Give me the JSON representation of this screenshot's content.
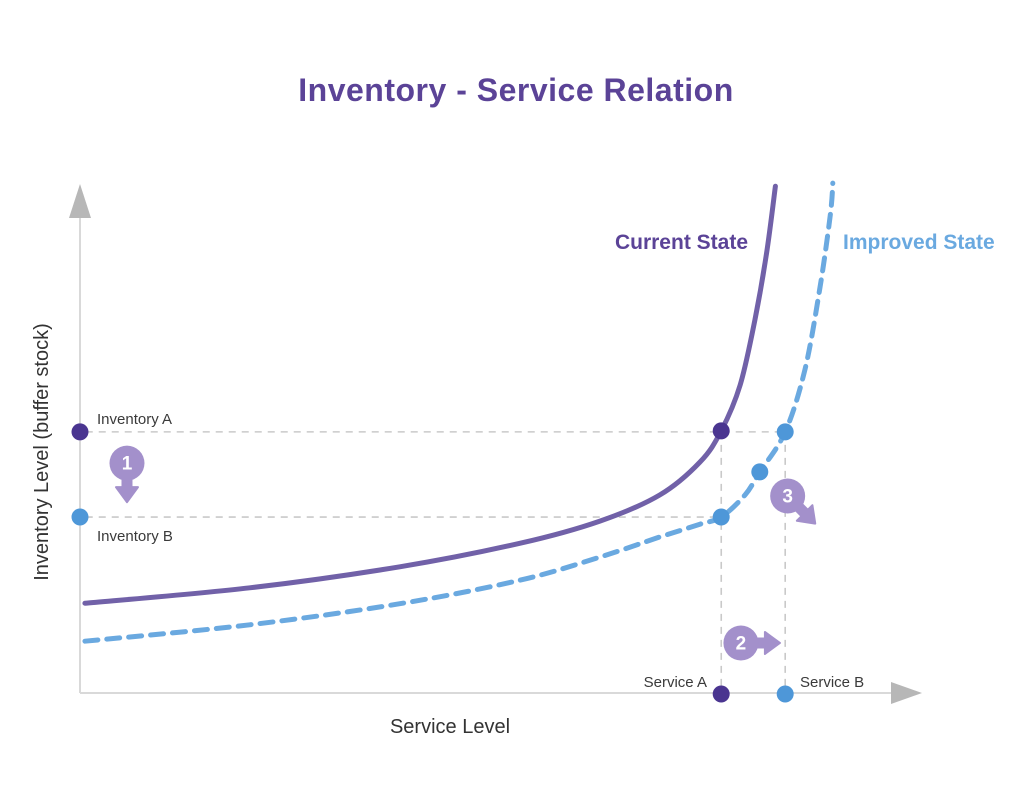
{
  "title": "Inventory - Service Relation",
  "colors": {
    "title_purple": "#5b4397",
    "current_purple": "#7161a8",
    "improved_blue": "#6aa9e0",
    "dot_purple": "#4a3590",
    "dot_blue": "#4e97d8",
    "badge_purple": "#a390cb",
    "badge_text": "#ffffff",
    "guide_gray": "#c9c9c9",
    "axis_gray": "#d9d9d9"
  },
  "axes": {
    "x_label": "Service Level",
    "y_label": "Inventory Level (buffer stock)"
  },
  "legend": {
    "current": "Current State",
    "improved": "Improved State"
  },
  "point_labels": {
    "inventory_a": "Inventory A",
    "inventory_b": "Inventory B",
    "service_a": "Service A",
    "service_b": "Service B"
  },
  "chart_data": {
    "type": "line",
    "title": "Inventory - Service Relation",
    "xlabel": "Service Level",
    "ylabel": "Inventory Level (buffer stock)",
    "axis_numeric_ticks": "none (conceptual diagram, relative units 0-1)",
    "legend_position": "top-right, labels beside curve tops",
    "series": [
      {
        "name": "Current State",
        "style": "solid",
        "stroke": "#7161a8",
        "points": [
          [
            0.006,
            0.175
          ],
          [
            0.207,
            0.205
          ],
          [
            0.39,
            0.246
          ],
          [
            0.537,
            0.292
          ],
          [
            0.634,
            0.335
          ],
          [
            0.707,
            0.386
          ],
          [
            0.756,
            0.45
          ],
          [
            0.782,
            0.511
          ],
          [
            0.805,
            0.6
          ],
          [
            0.823,
            0.727
          ],
          [
            0.837,
            0.854
          ],
          [
            0.848,
            0.988
          ]
        ]
      },
      {
        "name": "Improved State",
        "style": "dashed",
        "stroke": "#6aa9e0",
        "points": [
          [
            0.006,
            0.101
          ],
          [
            0.207,
            0.133
          ],
          [
            0.39,
            0.174
          ],
          [
            0.537,
            0.22
          ],
          [
            0.634,
            0.265
          ],
          [
            0.707,
            0.304
          ],
          [
            0.756,
            0.329
          ],
          [
            0.782,
            0.343
          ],
          [
            0.811,
            0.386
          ],
          [
            0.829,
            0.431
          ],
          [
            0.86,
            0.509
          ],
          [
            0.884,
            0.63
          ],
          [
            0.902,
            0.786
          ],
          [
            0.915,
            0.932
          ],
          [
            0.918,
            0.994
          ]
        ]
      }
    ],
    "key_values": {
      "service_a_x": 0.782,
      "service_b_x": 0.86,
      "inventory_a_y": 0.509,
      "inventory_b_y": 0.343
    },
    "markers": [
      {
        "name": "inventory-a-on-y-axis",
        "x": 0.0,
        "y": 0.509,
        "color": "#4a3590"
      },
      {
        "name": "inventory-b-on-y-axis",
        "x": 0.0,
        "y": 0.343,
        "color": "#4e97d8"
      },
      {
        "name": "current-at-service-a",
        "x": 0.782,
        "y": 0.511,
        "color": "#4a3590"
      },
      {
        "name": "improved-at-service-a",
        "x": 0.782,
        "y": 0.343,
        "color": "#4e97d8"
      },
      {
        "name": "improved-mid-point",
        "x": 0.829,
        "y": 0.431,
        "color": "#4e97d8"
      },
      {
        "name": "improved-at-inventory-a",
        "x": 0.86,
        "y": 0.509,
        "color": "#4e97d8"
      },
      {
        "name": "service-a-on-x-axis",
        "x": 0.782,
        "y": -0.002,
        "color": "#4a3590"
      },
      {
        "name": "service-b-on-x-axis",
        "x": 0.86,
        "y": -0.002,
        "color": "#4e97d8"
      }
    ],
    "guide_lines": [
      {
        "name": "inventory-a-guide",
        "axis": "h",
        "y": 0.509,
        "x1": 0.007,
        "x2": 0.862
      },
      {
        "name": "inventory-b-guide",
        "axis": "h",
        "y": 0.343,
        "x1": 0.007,
        "x2": 0.784
      },
      {
        "name": "service-a-guide",
        "axis": "v",
        "x": 0.782,
        "y1": 0.509,
        "y2": 0.008
      },
      {
        "name": "service-b-guide",
        "axis": "v",
        "x": 0.86,
        "y1": 0.509,
        "y2": 0.008
      }
    ],
    "annotations": [
      {
        "label": "1",
        "x": 0.0573,
        "y": 0.448,
        "direction": "down"
      },
      {
        "label": "2",
        "x": 0.806,
        "y": 0.0975,
        "direction": "right"
      },
      {
        "label": "3",
        "x": 0.863,
        "y": 0.384,
        "direction": "down-right"
      }
    ]
  }
}
